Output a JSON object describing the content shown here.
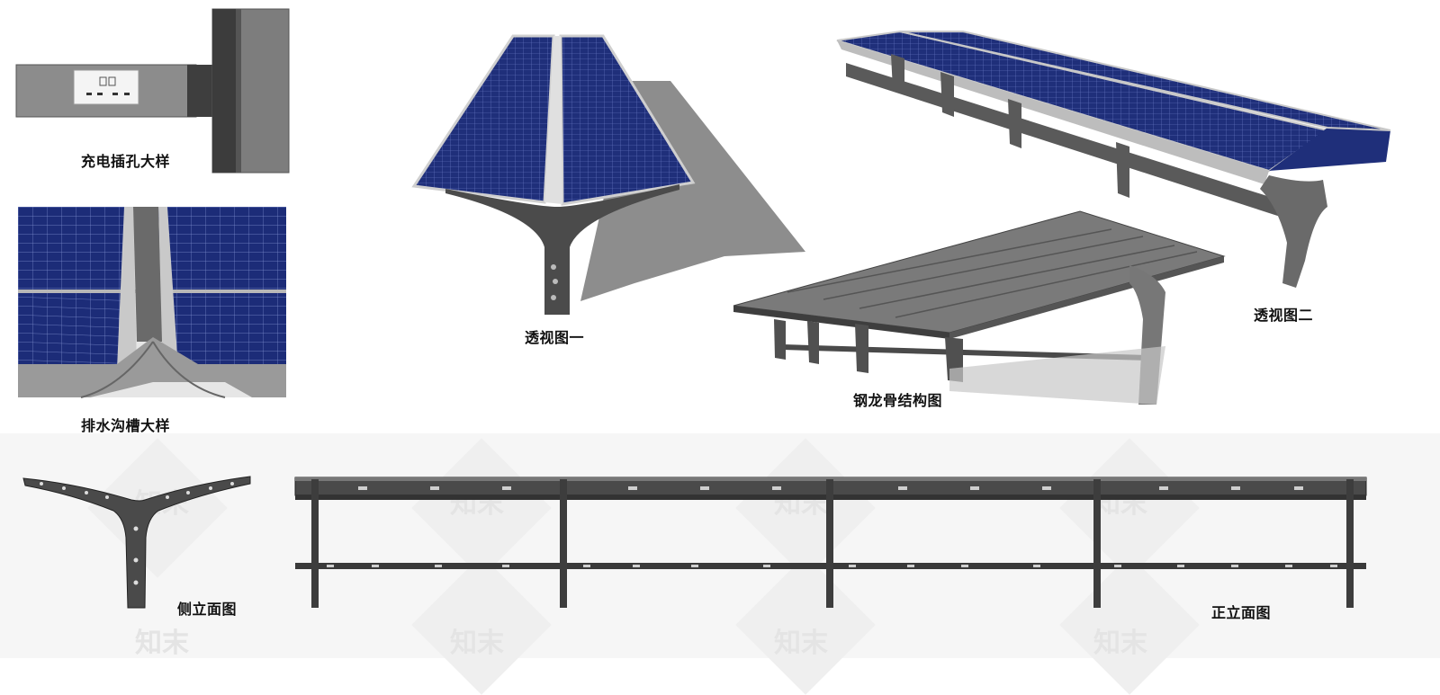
{
  "captions": {
    "charging_socket": "充电插孔大样",
    "drainage_gutter": "排水沟槽大样",
    "perspective_1": "透视图一",
    "steel_frame": "钢龙骨结构图",
    "perspective_2": "透视图二",
    "side_elevation": "侧立面图",
    "front_elevation": "正立面图"
  },
  "watermark": "知末",
  "colors": {
    "panel_blue": "#1f2f7a",
    "panel_grid": "#6f7fc8",
    "steel_dark": "#4a4a4a",
    "steel_mid": "#7a7a7a",
    "shadow": "#9a9a9a",
    "frame_silver": "#c8c8c8"
  }
}
